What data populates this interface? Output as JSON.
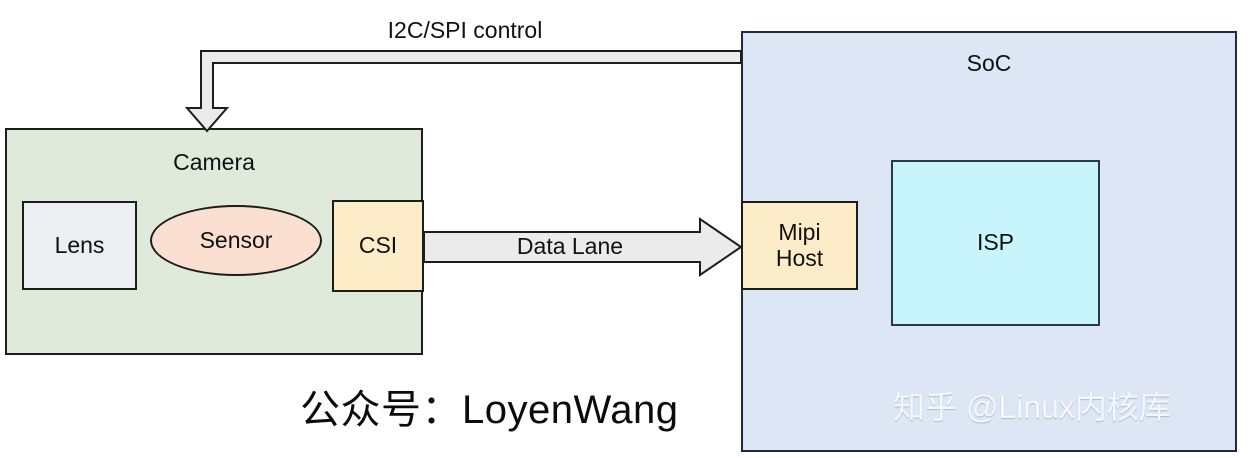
{
  "diagram": {
    "title_top_label": "I2C/SPI control",
    "data_lane_label": "Data Lane",
    "camera": {
      "label": "Camera",
      "lens": "Lens",
      "sensor": "Sensor",
      "csi": "CSI"
    },
    "soc": {
      "label": "SoC",
      "mipi_host_line1": "Mipi",
      "mipi_host_line2": "Host",
      "isp": "ISP"
    },
    "colors": {
      "camera_fill": "#dfeadb",
      "soc_fill": "#dce6f4",
      "lens_fill": "#eceef1",
      "sensor_fill": "#fbe0d2",
      "csi_fill": "#fcedc8",
      "mipi_fill": "#fcedc8",
      "isp_fill": "#c7f5fb",
      "arrow_fill": "#ebebeb",
      "outline": "#1d1d1d"
    }
  },
  "watermarks": {
    "wechat": "公众号：LoyenWang",
    "zhihu": "知乎 @Linux内核库"
  }
}
